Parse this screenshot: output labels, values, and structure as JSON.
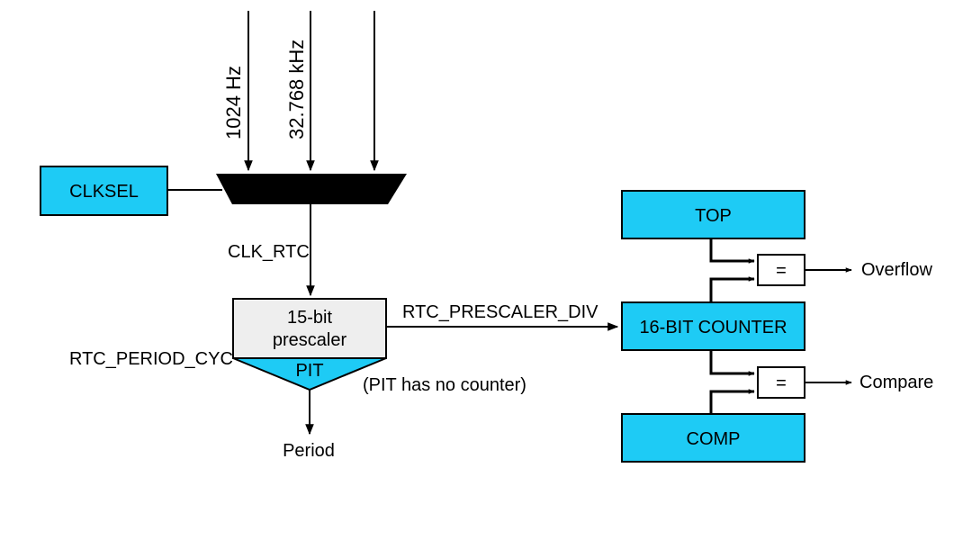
{
  "inputs": {
    "freq_1024": "1024 Hz",
    "freq_32768": "32.768 kHz"
  },
  "clksel": {
    "label": "CLKSEL"
  },
  "clk_rtc": {
    "label": "CLK_RTC"
  },
  "prescaler": {
    "line1": "15-bit",
    "line2": "prescaler"
  },
  "pit": {
    "label": "PIT",
    "note": "(PIT has no counter)"
  },
  "rtc_period_cyc": {
    "label": "RTC_PERIOD_CYC"
  },
  "period": {
    "label": "Period"
  },
  "rtc_prescaler_div": {
    "label": "RTC_PRESCALER_DIV"
  },
  "top": {
    "label": "TOP"
  },
  "counter": {
    "label": "16-BIT COUNTER"
  },
  "comp": {
    "label": "COMP"
  },
  "comparator_overflow": {
    "label": "="
  },
  "comparator_compare": {
    "label": "="
  },
  "overflow": {
    "label": "Overflow"
  },
  "compare": {
    "label": "Compare"
  },
  "colors": {
    "block_fill": "#1ecbf5",
    "prescaler_fill": "#eeeeee",
    "mux_fill": "#000000",
    "stroke": "#000000"
  }
}
